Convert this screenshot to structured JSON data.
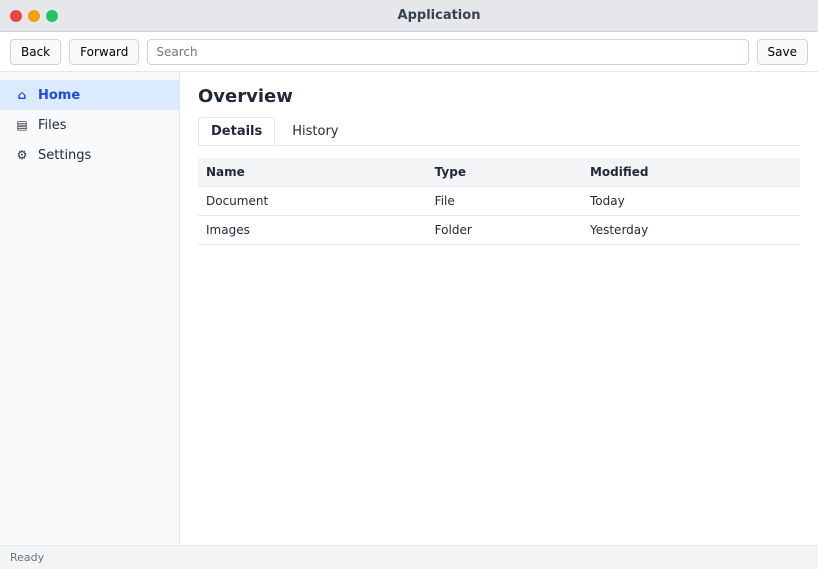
{
  "window": {
    "title": "Application"
  },
  "toolbar": {
    "back_label": "Back",
    "forward_label": "Forward",
    "search_placeholder": "Search",
    "save_label": "Save"
  },
  "sidebar": {
    "items": [
      {
        "label": "Home",
        "icon": "home-icon"
      },
      {
        "label": "Files",
        "icon": "folder-icon"
      },
      {
        "label": "Settings",
        "icon": "gear-icon"
      }
    ]
  },
  "main": {
    "title": "Overview",
    "tabs": [
      {
        "label": "Details"
      },
      {
        "label": "History"
      }
    ],
    "table": {
      "headers": [
        "Name",
        "Type",
        "Modified"
      ],
      "rows": [
        [
          "Document",
          "File",
          "Today"
        ],
        [
          "Images",
          "Folder",
          "Yesterday"
        ]
      ]
    }
  },
  "status": {
    "text": "Ready"
  }
}
